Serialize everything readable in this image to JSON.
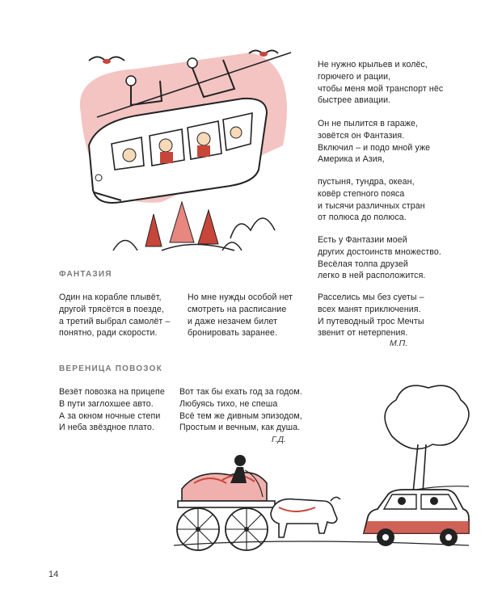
{
  "fantasy": {
    "title": "ФАНТАЗИЯ",
    "right_column": [
      [
        "Не нужно крыльев и колёс,",
        "горючего и рации,",
        "чтобы меня мой транспорт нёс",
        "быстрее авиации."
      ],
      [
        "Он не пылится в гараже,",
        "зовётся он Фантазия.",
        "Включил – и подо мной уже",
        "Америка и Азия,"
      ],
      [
        "пустыня, тундра, океан,",
        "ковёр степного пояса",
        "и тысячи различных стран",
        "от полюса до полюса."
      ],
      [
        "Есть у Фантазии моей",
        "других достоинств множество.",
        "Весёлая толпа друзей",
        "легко в ней расположится."
      ],
      [
        "Расселись мы без суеты –",
        "всех манят приключения.",
        "И путеводный трос Мечты",
        "звенит от нетерпения."
      ]
    ],
    "left_stanza": [
      "Один на корабле плывёт,",
      "другой трясётся в поезде,",
      "а третий выбрал самолёт –",
      "понятно, ради скорости."
    ],
    "middle_stanza": [
      "Но мне нужды особой нет",
      "смотреть на расписание",
      "и даже незачем билет",
      "бронировать заранее."
    ],
    "signature": "М.П."
  },
  "caravan": {
    "title": "ВЕРЕНИЦА ПОВОЗОК",
    "left_stanza": [
      "Везёт повозка на прицепе",
      "В пути заглохшее авто.",
      "А за окном ночные степи",
      "И неба звёздное плато."
    ],
    "right_stanza": [
      "Вот так бы ехать год за годом.",
      "Любуясь тихо, не спеша",
      "Всё тем же дивным эпизодом,",
      "Простым и вечным, как душа."
    ],
    "signature": "Г.Д."
  },
  "page_number": "14",
  "colors": {
    "accent_red": "#c8453a",
    "pink_wash": "#efb0ae",
    "ink": "#222222",
    "heading_gray": "#7a7a7a"
  }
}
